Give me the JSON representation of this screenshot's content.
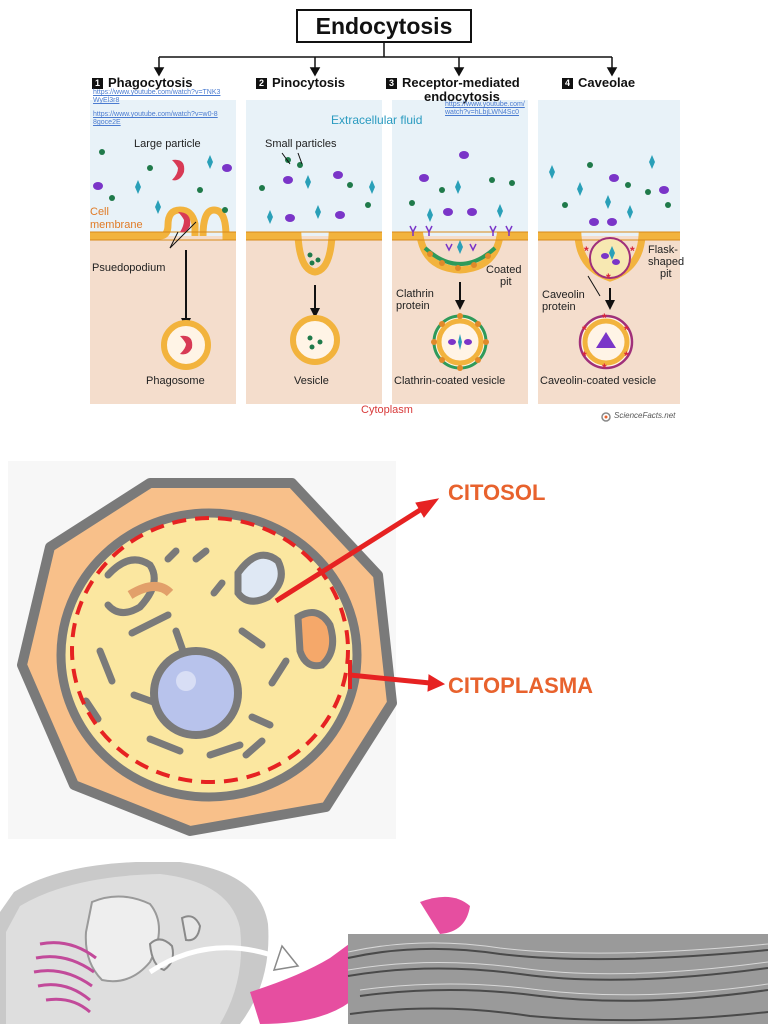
{
  "endocytosis": {
    "title": "Endocytosis",
    "sections": [
      {
        "num": "1",
        "title": "Phagocytosis"
      },
      {
        "num": "2",
        "title": "Pinocytosis"
      },
      {
        "num": "3",
        "title": "Receptor-mediated",
        "title2": "endocytosis"
      },
      {
        "num": "4",
        "title": "Caveolae"
      }
    ],
    "links": {
      "phago_1": "https://www.youtube.com/watch?v=TNK3WyEl3r8",
      "phago_2": "https://www.youtube.com/watch?v=w0-88goce2E",
      "receptor": "https://www.youtube.com/watch?v=hLbjLWN4Sc0"
    },
    "labels": {
      "extracellular": "Extracellular fluid",
      "large_particle": "Large particle",
      "cell_membrane_1": "Cell",
      "cell_membrane_2": "membrane",
      "pseudopodium": "Psuedopodium",
      "phagosome": "Phagosome",
      "small_particles": "Small particles",
      "vesicle": "Vesicle",
      "clathrin_1": "Clathrin",
      "clathrin_2": "protein",
      "coated_1": "Coated",
      "coated_2": "pit",
      "clathrin_vesicle": "Clathrin-coated vesicle",
      "flask_1": "Flask-",
      "flask_2": "shaped",
      "flask_3": "pit",
      "caveolin_1": "Caveolin",
      "caveolin_2": "protein",
      "caveolin_vesicle": "Caveolin-coated vesicle",
      "cytoplasm": "Cytoplasm",
      "logo": "ScienceFacts.net"
    }
  },
  "cell_diagram": {
    "citosol": "CITOSOL",
    "citoplasma": "CITOPLASMA"
  },
  "colors": {
    "membrane": "#f2b33d",
    "fluid_bg": "#e6f1f7",
    "cytoplasm_bg": "#f3dccb",
    "arrow_red": "#e62222",
    "label_orange": "#e8622d"
  }
}
